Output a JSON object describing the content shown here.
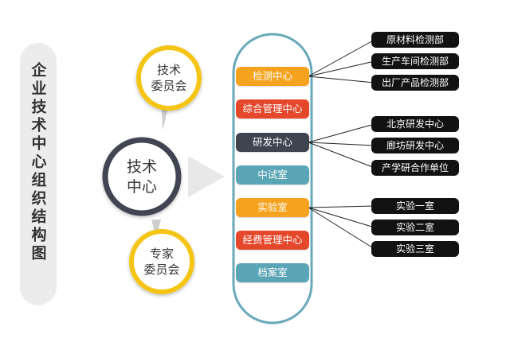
{
  "sidebar": {
    "title": "企业技术中心组织结构图"
  },
  "nodes": {
    "center": {
      "line1": "技术",
      "line2": "中心"
    },
    "tech_committee": {
      "line1": "技术",
      "line2": "委员会"
    },
    "expert_committee": {
      "line1": "专家",
      "line2": "委员会"
    }
  },
  "departments": [
    {
      "label": "检测中心",
      "color": "#f5a31e"
    },
    {
      "label": "综合管理中心",
      "color": "#e5472b"
    },
    {
      "label": "研发中心",
      "color": "#3f4451"
    },
    {
      "label": "中试室",
      "color": "#5aa5b6"
    },
    {
      "label": "实验室",
      "color": "#f5a31e"
    },
    {
      "label": "经费管理中心",
      "color": "#e5472b"
    },
    {
      "label": "档案室",
      "color": "#5aa5b6"
    }
  ],
  "labs": {
    "testing": [
      "原材料检测部",
      "生产车间检测部",
      "出厂产品检测部"
    ],
    "rnd": [
      "北京研发中心",
      "廊坊研发中心",
      "产学研合作单位"
    ],
    "lab": [
      "实验一室",
      "实验二室",
      "实验三室"
    ]
  },
  "colors": {
    "orange": "#f5a31e",
    "red": "#e5472b",
    "dark": "#3f4451",
    "teal": "#5aa5b6",
    "capsule_border": "#6aa9ba",
    "tag": "#121212"
  }
}
